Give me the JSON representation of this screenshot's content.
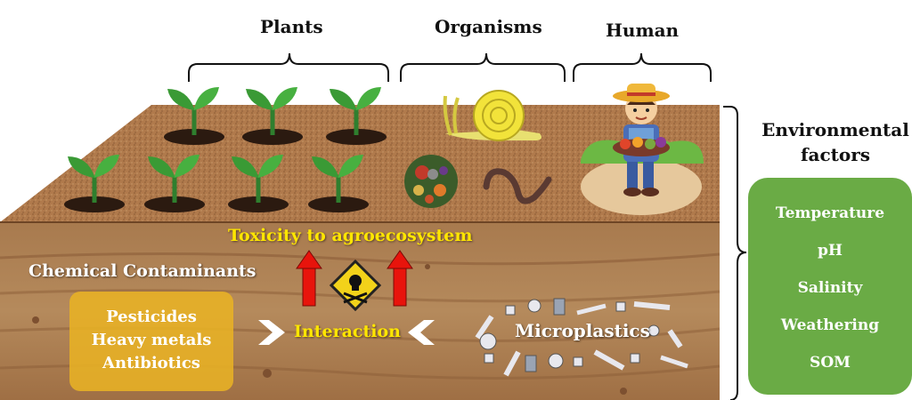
{
  "headers": {
    "plants": "Plants",
    "organisms": "Organisms",
    "human": "Human"
  },
  "labels": {
    "toxicity": "Toxicity to agroecosystem",
    "chemical_contaminants": "Chemical Contaminants",
    "interaction": "Interaction",
    "microplastics": "Microplastics"
  },
  "contaminants": [
    "Pesticides",
    "Heavy metals",
    "Antibiotics"
  ],
  "environmental": {
    "title_line1": "Environmental",
    "title_line2": "factors",
    "factors": [
      "Temperature",
      "pH",
      "Salinity",
      "Weathering",
      "SOM"
    ]
  },
  "colors": {
    "soil_surface": "#b07a4c",
    "soil_deep": "#b58a5c",
    "env_green": "#6aab45",
    "contaminant_box": "#e8b224",
    "toxicity_yellow": "#ffe600",
    "arrow_red": "#e8140c"
  },
  "icons": [
    "seedling-icon",
    "snail-icon",
    "earthworm-icon",
    "microbe-icon",
    "farmer-icon",
    "hazard-skull-icon",
    "up-arrow-icon",
    "chevron-icon",
    "microplastic-fragment-icon"
  ]
}
